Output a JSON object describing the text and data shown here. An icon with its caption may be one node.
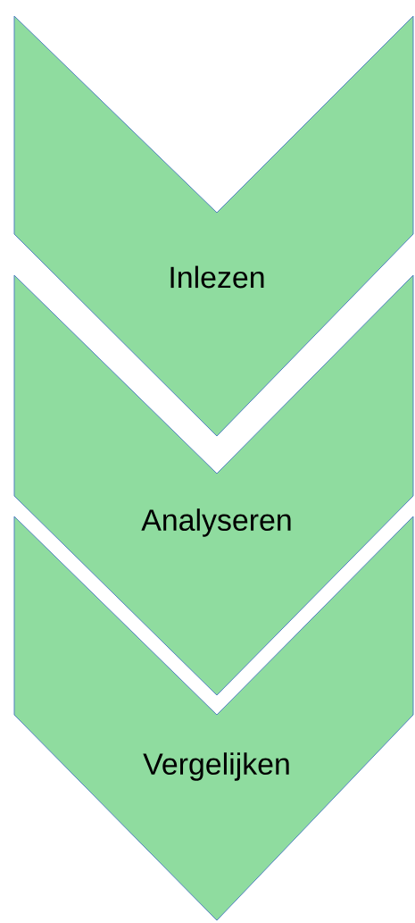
{
  "diagram": {
    "nodes": [
      {
        "text": [
          "Inlezen"
        ]
      },
      {
        "text": [
          "Analyseren"
        ]
      },
      {
        "text": [
          "Vergelijken"
        ]
      }
    ]
  }
}
